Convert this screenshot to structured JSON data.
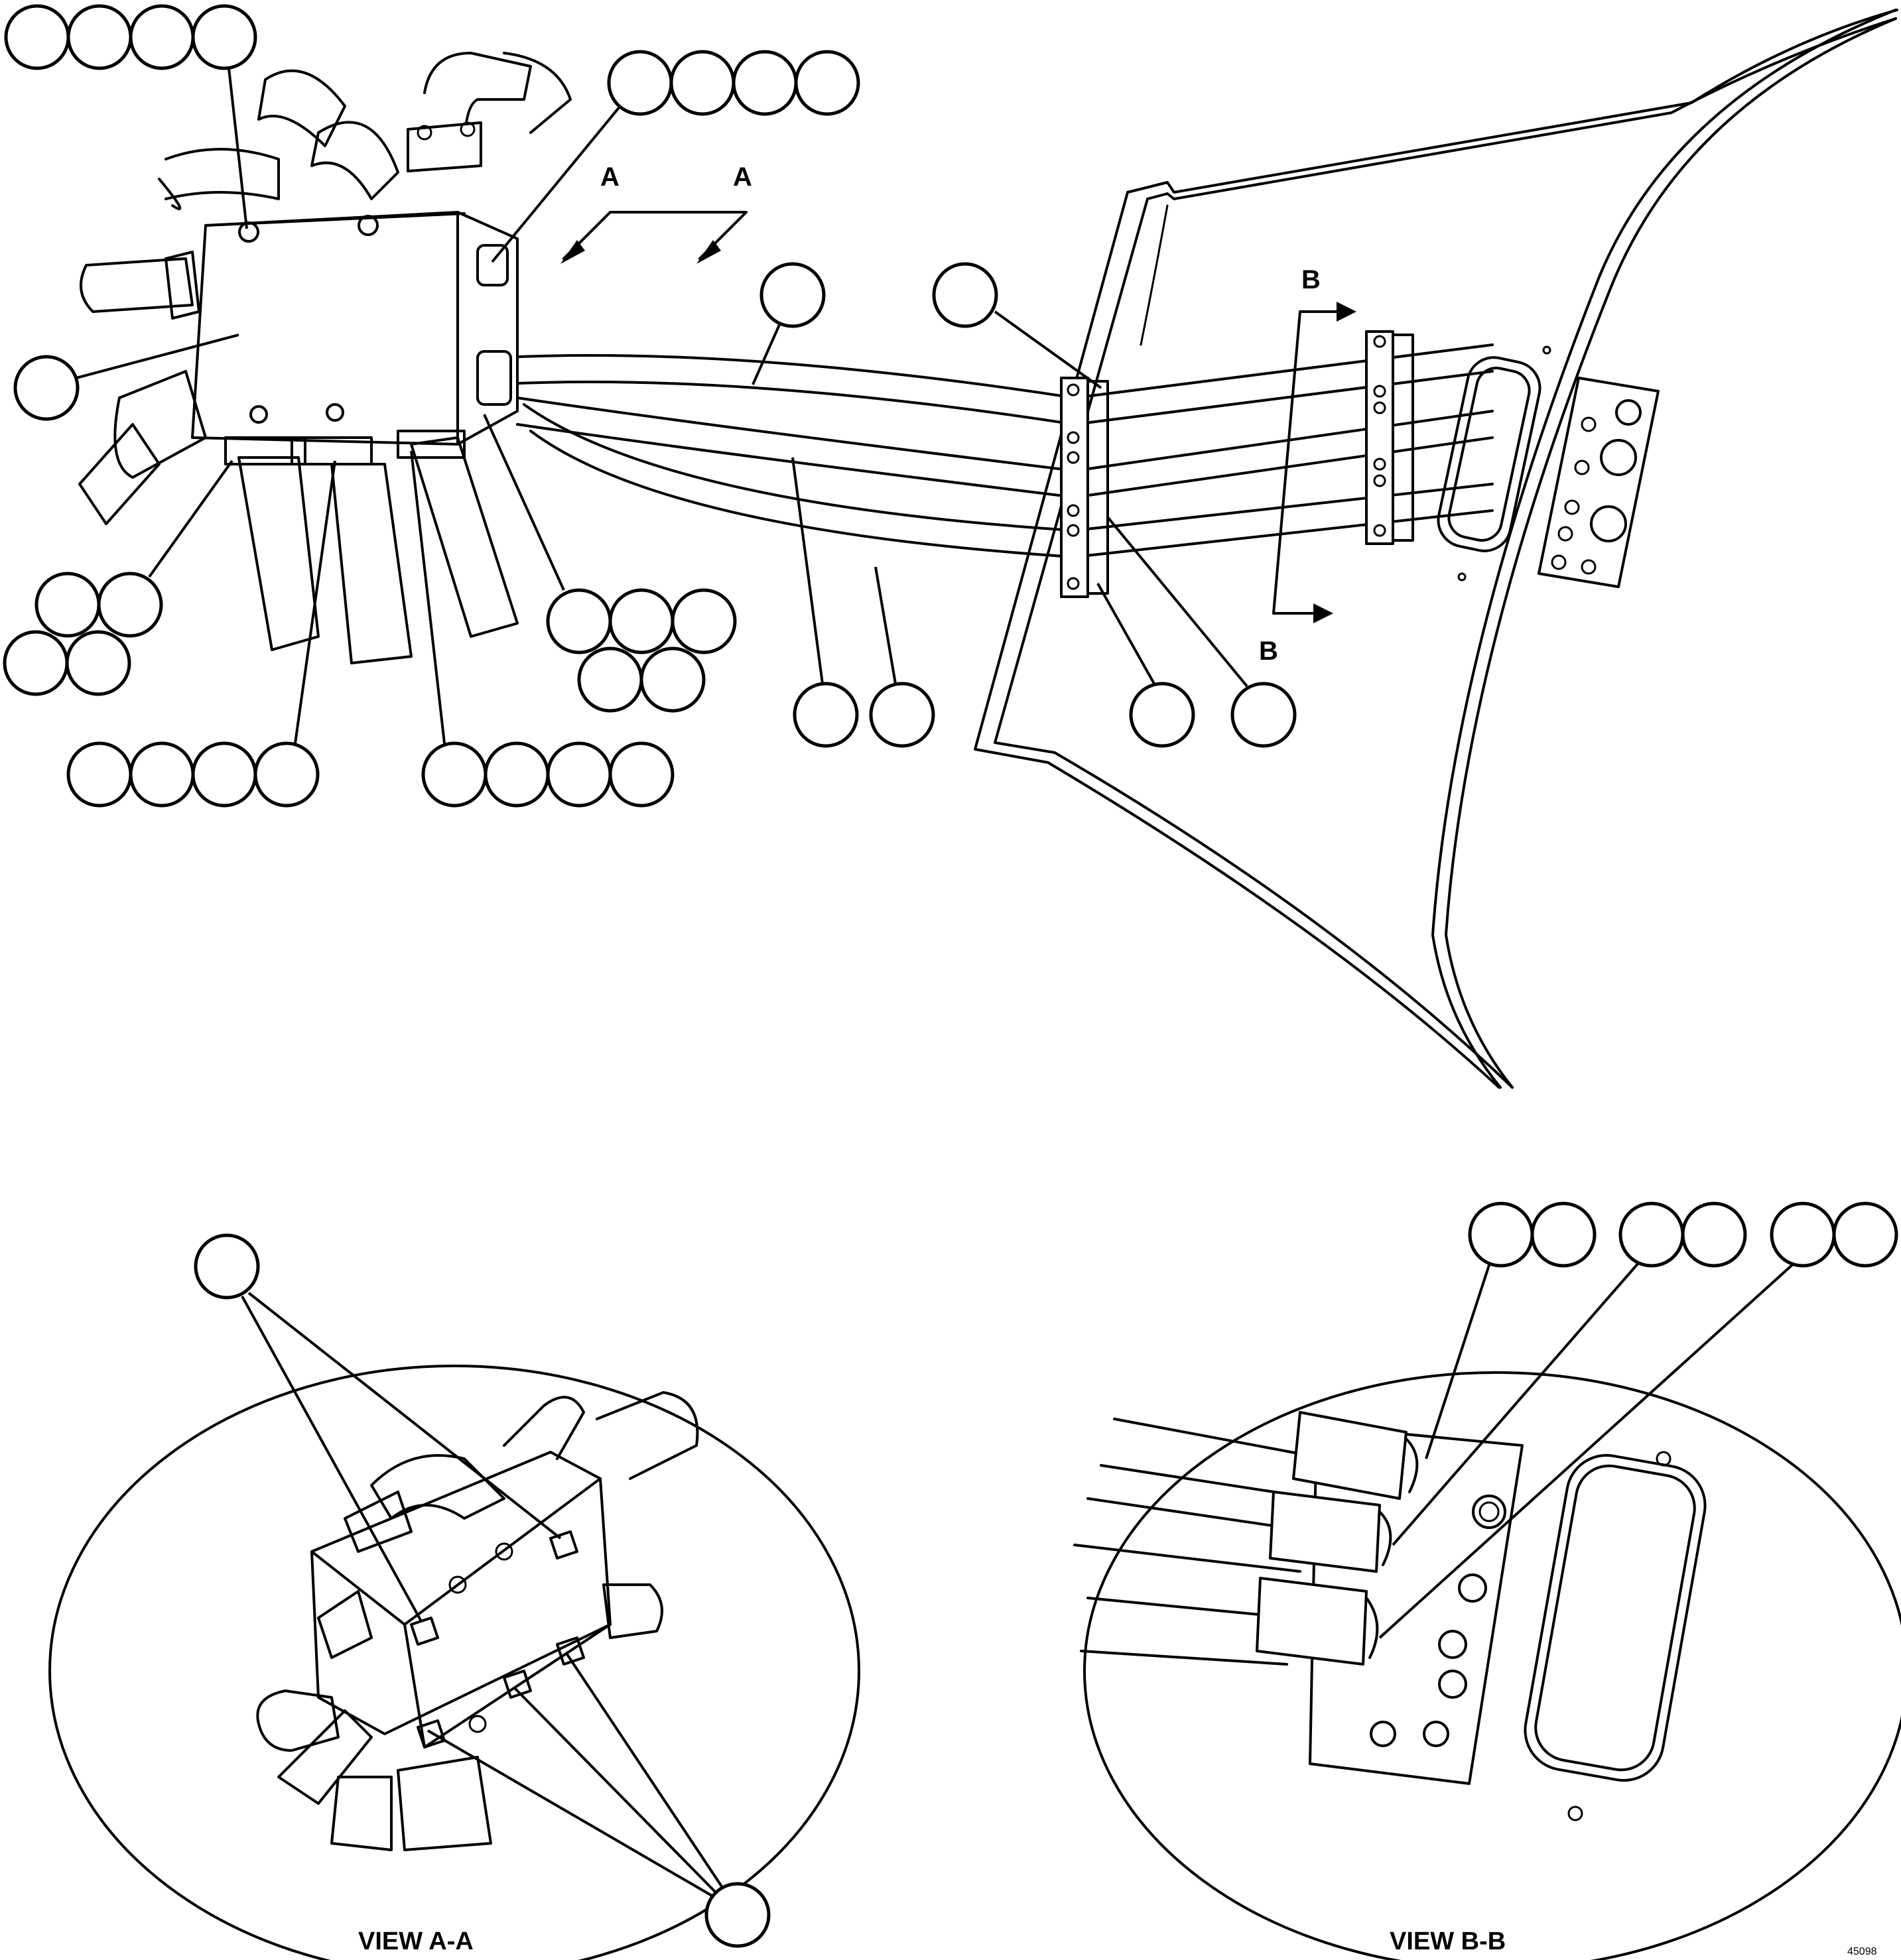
{
  "section_labels": {
    "a_left": "A",
    "a_right": "A",
    "b_top": "B",
    "b_bottom": "B"
  },
  "view_labels": {
    "view_a": "VIEW A-A",
    "view_b": "VIEW B-B"
  },
  "drawing_code": "45098",
  "colors": {
    "line": "#000000",
    "background": "#ffffff"
  }
}
